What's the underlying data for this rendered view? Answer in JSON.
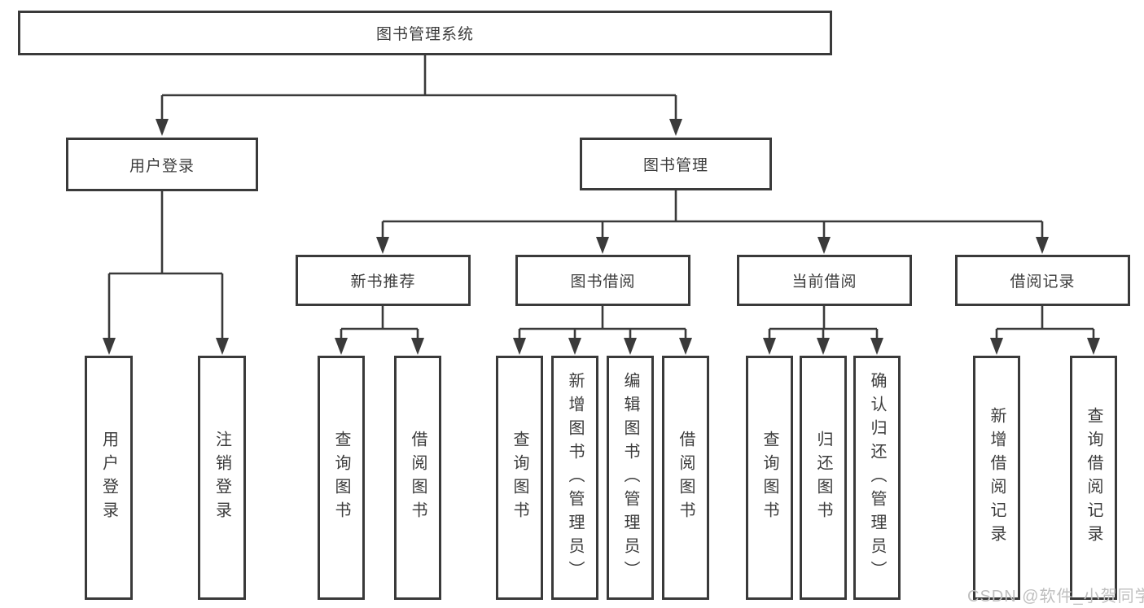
{
  "diagram": {
    "type": "hierarchy-tree",
    "colors": {
      "line": "#3a3a3a",
      "box_border": "#3a3a3a",
      "text": "#3c3c3c",
      "background": "#ffffff",
      "watermark": "#bfbfbf"
    }
  },
  "tree": {
    "root": {
      "label": "图书管理系统"
    },
    "branches": [
      {
        "label": "用户登录",
        "leaves": [
          {
            "label": "用户登录"
          },
          {
            "label": "注销登录"
          }
        ]
      },
      {
        "label": "图书管理",
        "groups": [
          {
            "label": "新书推荐",
            "leaves": [
              {
                "label": "查询图书"
              },
              {
                "label": "借阅图书"
              }
            ]
          },
          {
            "label": "图书借阅",
            "leaves": [
              {
                "label": "查询图书"
              },
              {
                "label": "新增图书（管理员）"
              },
              {
                "label": "编辑图书（管理员）"
              },
              {
                "label": "借阅图书"
              }
            ]
          },
          {
            "label": "当前借阅",
            "leaves": [
              {
                "label": "查询图书"
              },
              {
                "label": "归还图书"
              },
              {
                "label": "确认归还（管理员）"
              }
            ]
          },
          {
            "label": "借阅记录",
            "leaves": [
              {
                "label": "新增借阅记录"
              },
              {
                "label": "查询借阅记录"
              }
            ]
          }
        ]
      }
    ]
  },
  "watermark": {
    "text": "CSDN @软件_小贺同学"
  }
}
